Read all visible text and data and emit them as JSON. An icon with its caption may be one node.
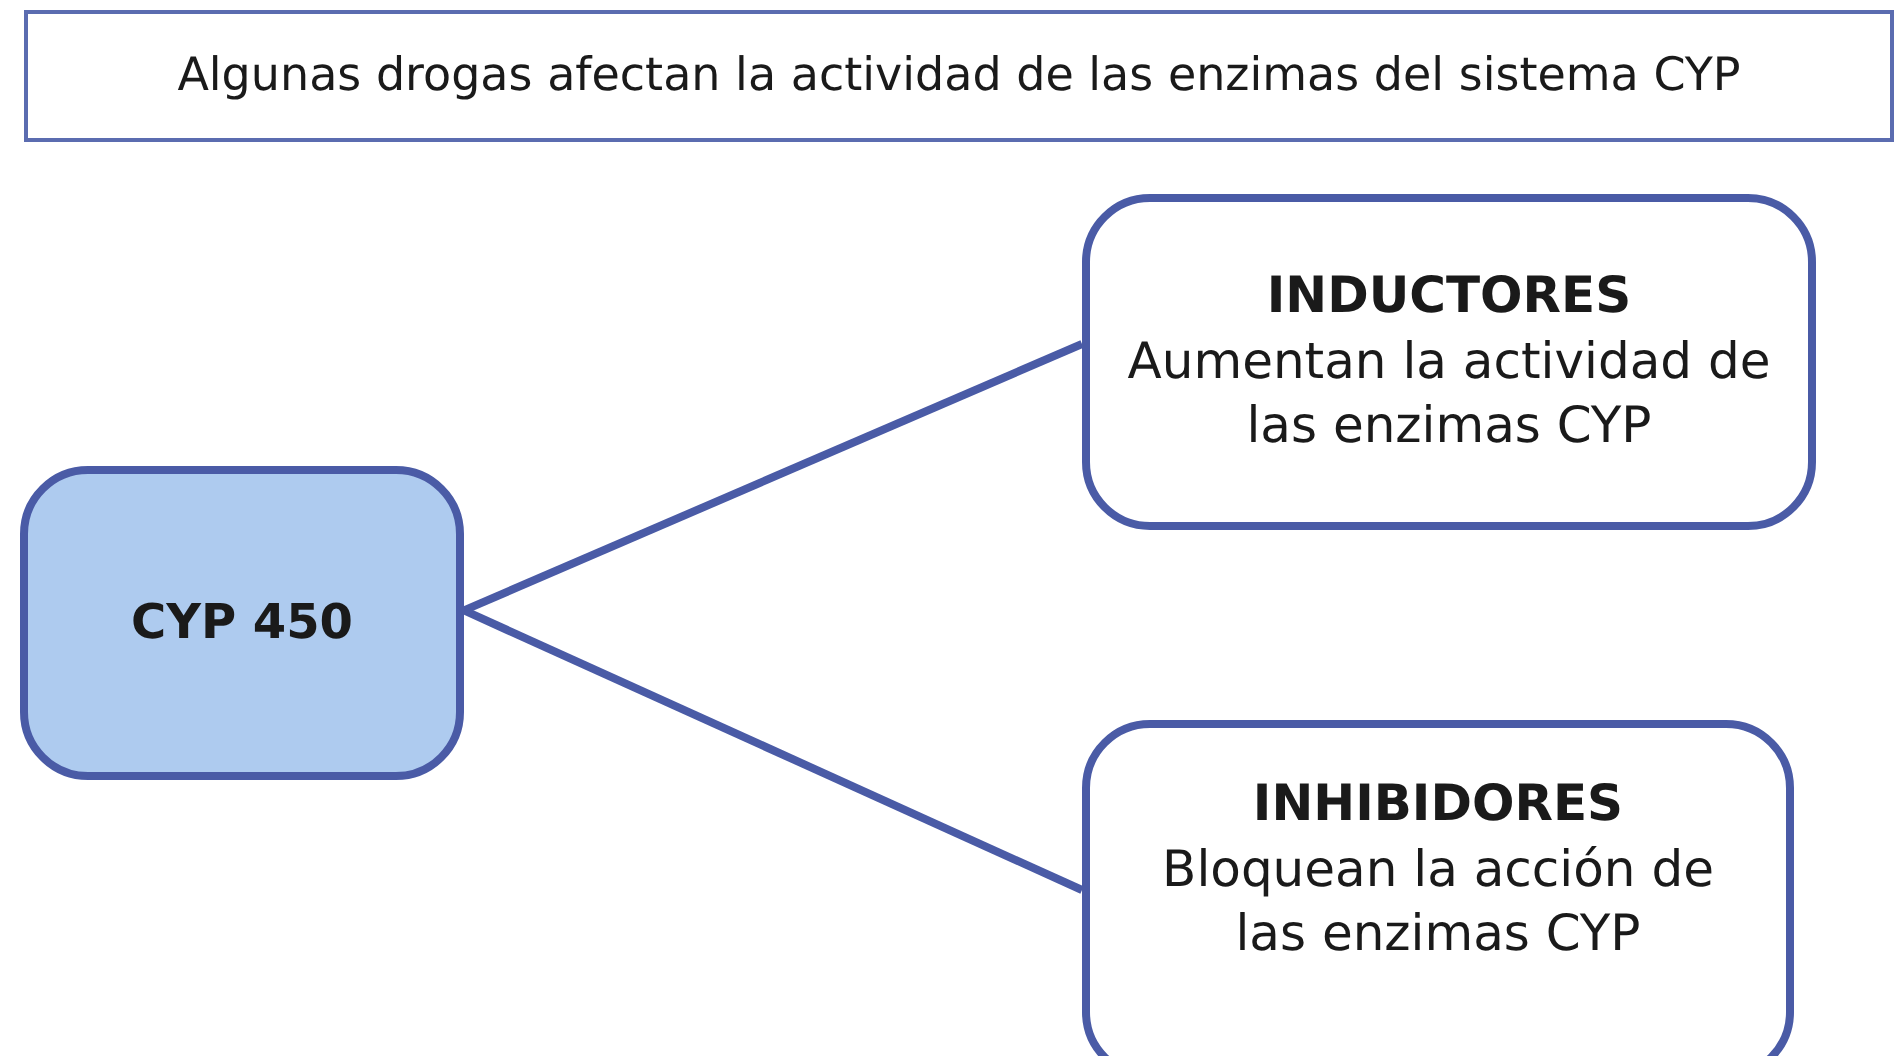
{
  "diagram": {
    "title": "Algunas drogas afectan la actividad de las enzimas del sistema CYP",
    "nodes": [
      {
        "text": [
          "CYP 450"
        ]
      },
      {
        "text": [
          "INDUCTORES",
          "Aumentan la actividad de las enzimas CYP"
        ]
      },
      {
        "text": [
          "INHIBIDORES",
          "Bloquean la acción de las enzimas CYP"
        ]
      }
    ],
    "edges": [
      {
        "from": 0,
        "to": 1,
        "arrow": "none"
      },
      {
        "from": 0,
        "to": 2,
        "arrow": "none"
      }
    ]
  }
}
